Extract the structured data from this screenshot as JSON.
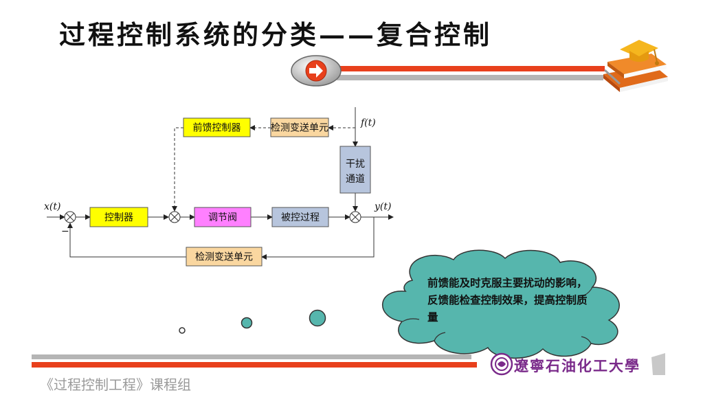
{
  "slide": {
    "title": "过程控制系统的分类——复合控制",
    "footer": "《过程控制工程》课程组",
    "university": "遼寧石油化工大學"
  },
  "diagram": {
    "feedforward_controller": "前馈控制器",
    "disturbance_transmitter": "检测变送单元",
    "disturbance_signal": "f(t)",
    "disturbance_channel": "干扰\n通道",
    "input_signal": "x(t)",
    "controller": "控制器",
    "valve": "调节阀",
    "process": "被控过程",
    "output_signal": "y(t)",
    "feedback_transmitter": "检测变送单元",
    "minus_sign": "−"
  },
  "callout": {
    "text": "前馈能及时克服主要扰动的影响，反馈能检查控制效果，提高控制质量"
  },
  "colors": {
    "yellow_block": "#ffff00",
    "tan_block": "#fad7a0",
    "pink_block": "#ff80ff",
    "blue_block": "#b7c5dd",
    "cloud_fill": "#56b6ad",
    "red_bar": "#e8401c",
    "gray_bar": "#b5b5b5"
  }
}
